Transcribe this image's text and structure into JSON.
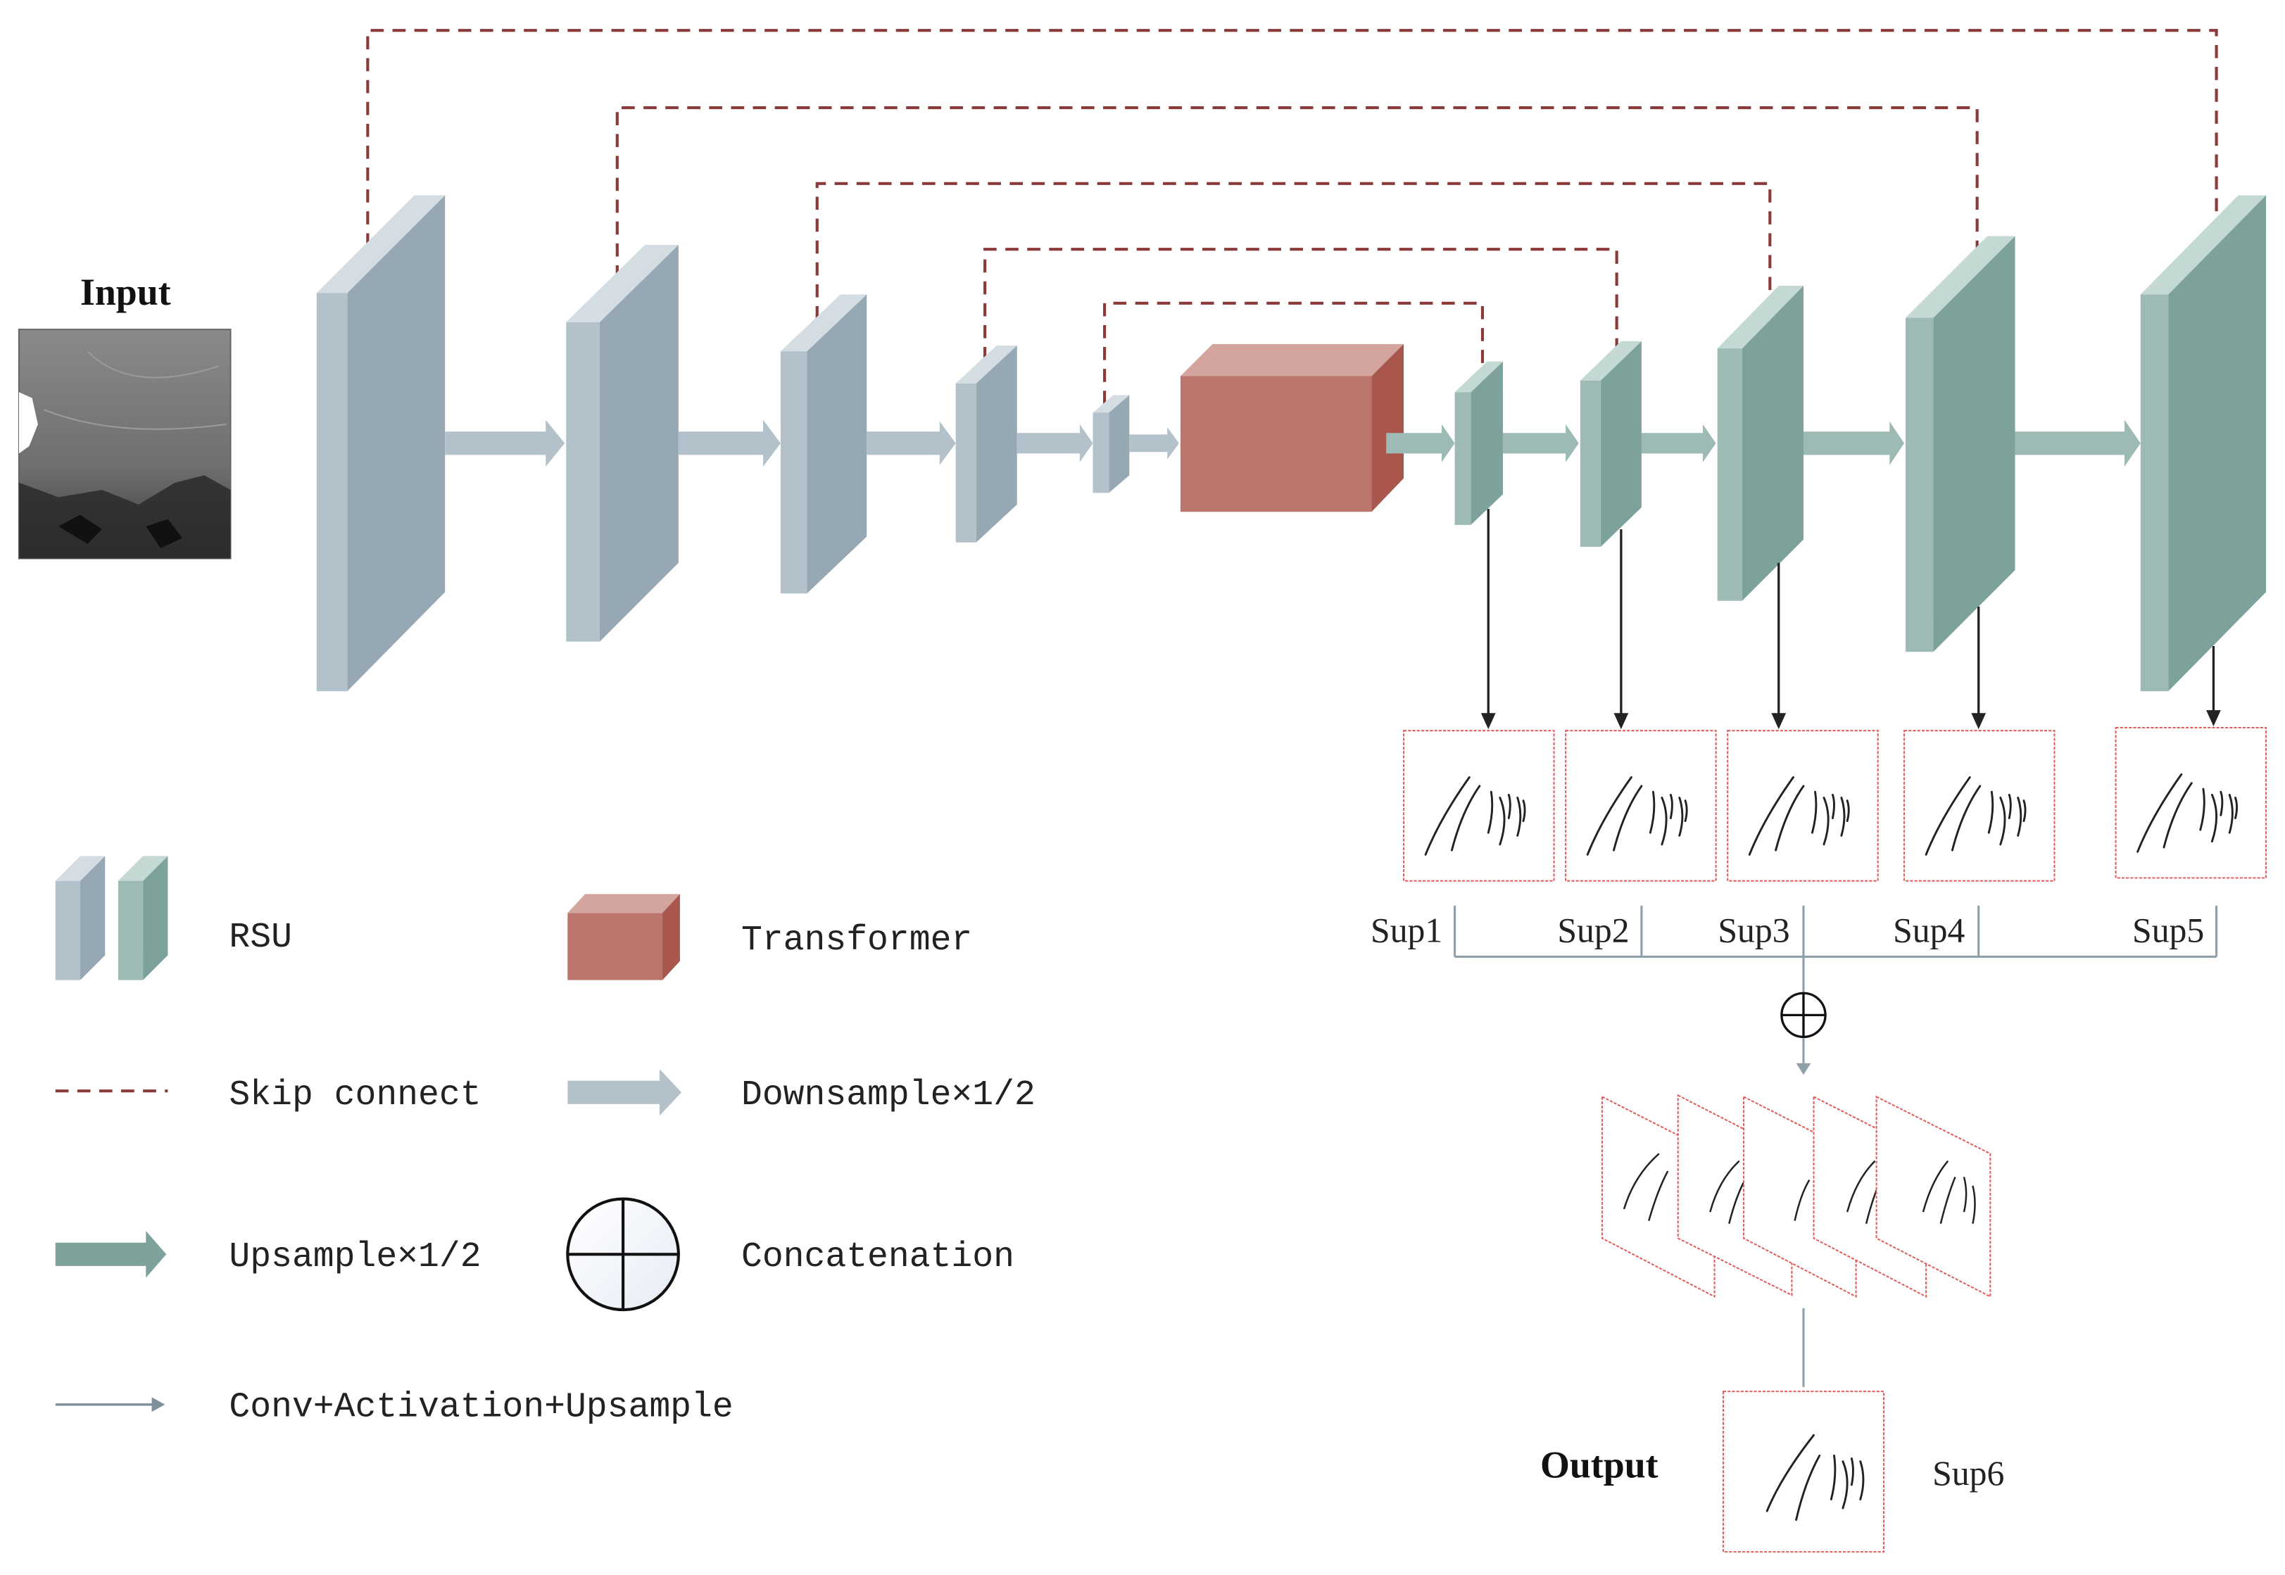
{
  "diagram": {
    "input_label": "Input",
    "output_label": "Output",
    "sup_labels": [
      "Sup1",
      "Sup2",
      "Sup3",
      "Sup4",
      "Sup5"
    ],
    "sup6_label": "Sup6"
  },
  "legend": {
    "rsu": "RSU",
    "transformer": "Transformer",
    "skip": "Skip connect",
    "downsample": "Downsample×1/2",
    "upsample": "Upsample×1/2",
    "concat": "Concatenation",
    "conv": "Conv+Activation+Upsample"
  },
  "colors": {
    "encoder_front": "#95a8b3",
    "encoder_side": "#b2c1ca",
    "encoder_top": "#d3dde2",
    "decoder_front": "#7da29b",
    "decoder_side": "#9dbab4",
    "decoder_top": "#c4d8d4",
    "transformer_front": "#bc756c",
    "transformer_side": "#a9564d",
    "transformer_top": "#d4a49e",
    "skip_line": "#8b3a3a",
    "sup_border": "#e06060"
  }
}
